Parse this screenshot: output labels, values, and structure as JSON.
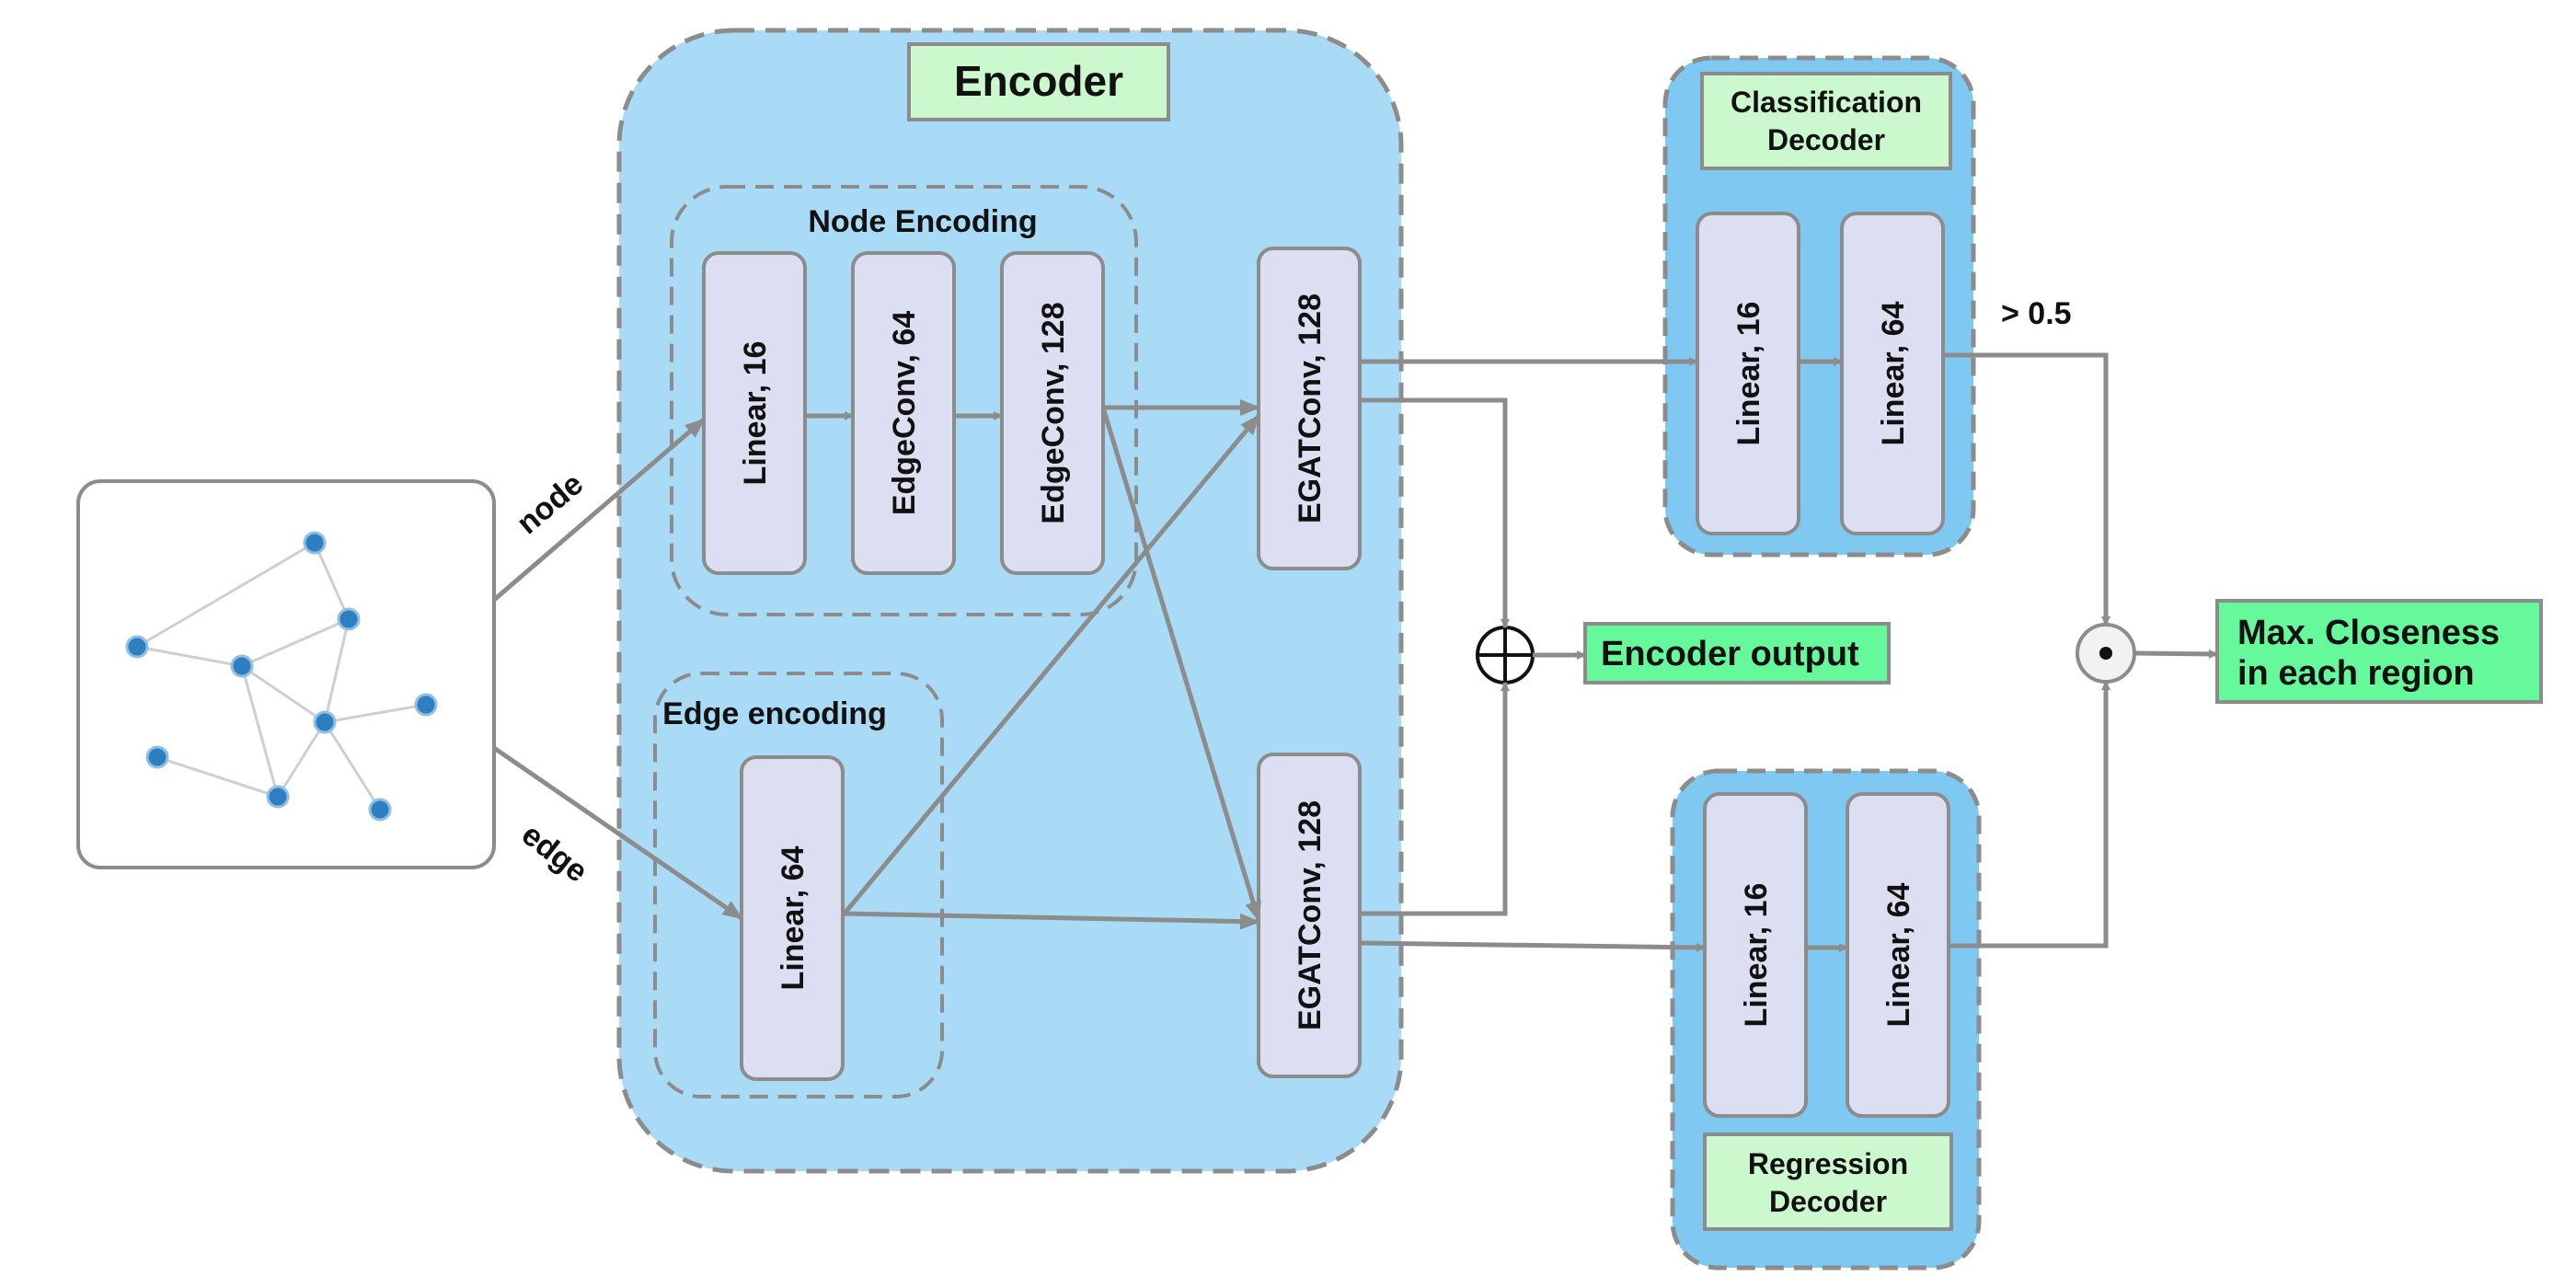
{
  "colors": {
    "encoder_bg": "#a9dbf7",
    "decoder_bg": "#7ec8f2",
    "dashed_border": "#8c8c8c",
    "layer_fill": "#dcdff2",
    "layer_border": "#8c8c8c",
    "label_green_light": "#cbf8cd",
    "label_green": "#66f99b",
    "arrow": "#8c8c8c",
    "graph_node": "#2e7fc0",
    "graph_edge": "#cfcfcf"
  },
  "input_graph": {
    "nodes": 9,
    "edges": 11,
    "node_icon": "graph-node-icon"
  },
  "input_labels": {
    "node": "node",
    "edge": "edge"
  },
  "encoder": {
    "title": "Encoder",
    "node_encoding": {
      "title": "Node Encoding",
      "layers": [
        "Linear, 16",
        "EdgeConv, 64",
        "EdgeConv, 128"
      ]
    },
    "edge_encoding": {
      "title": "Edge encoding",
      "layers": [
        "Linear, 64"
      ]
    },
    "egat_layers": [
      "EGATConv, 128",
      "EGATConv, 128"
    ]
  },
  "sum_operator": {
    "symbol": "⊕",
    "icon": "circled-plus-icon"
  },
  "encoder_output": {
    "label": "Encoder output"
  },
  "classification_decoder": {
    "title_line1": "Classification",
    "title_line2": "Decoder",
    "layers": [
      "Linear, 16",
      "Linear, 64"
    ]
  },
  "regression_decoder": {
    "title_line1": "Regression",
    "title_line2": "Decoder",
    "layers": [
      "Linear, 16",
      "Linear, 64"
    ]
  },
  "threshold": {
    "label": "> 0.5"
  },
  "product_operator": {
    "symbol": "⊙",
    "icon": "circled-dot-icon"
  },
  "final_output": {
    "line1": "Max. Closeness",
    "line2": "in each region"
  }
}
